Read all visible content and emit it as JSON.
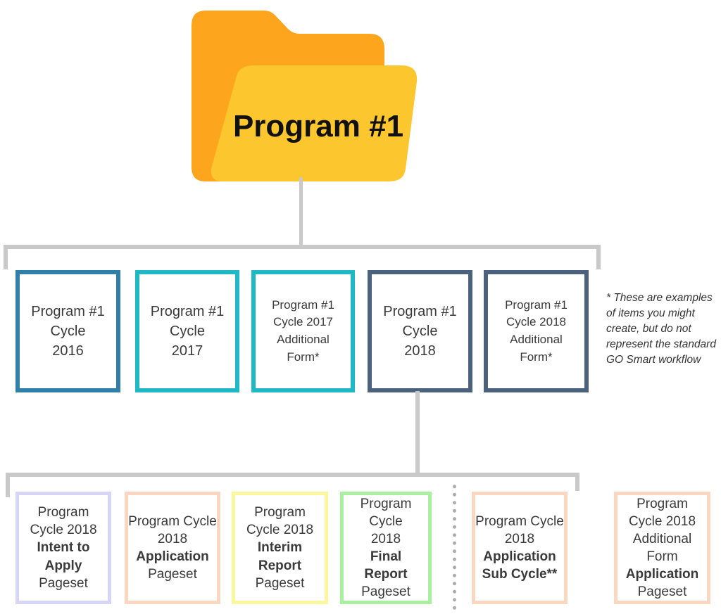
{
  "folder": {
    "label": "Program #1",
    "back_color": "#FCA51D",
    "front_color": "#FCC62F"
  },
  "connector_color": "#C9C9C9",
  "cycle_row": {
    "boxes": [
      {
        "label": "Program #1\nCycle\n2016",
        "border_color": "#2F7FA9"
      },
      {
        "label": "Program #1\nCycle\n2017",
        "border_color": "#1FB9C5"
      },
      {
        "label": "Program #1\nCycle 2017\nAdditional\nForm*",
        "border_color": "#1FB9C5"
      },
      {
        "label": "Program #1\nCycle\n2018",
        "border_color": "#4A627E"
      },
      {
        "label": "Program #1\nCycle 2018\nAdditional\nForm*",
        "border_color": "#4A627E"
      }
    ]
  },
  "note": {
    "text": "* These are examples\nof items you might\ncreate, but do not\nrepresent the standard\nGO Smart workflow"
  },
  "pageset_row": {
    "boxes": [
      {
        "pre": "Program\nCycle 2018\n",
        "bold": "Intent to\nApply",
        "post": "\nPageset",
        "border_color": "#D6D5F6"
      },
      {
        "pre": "Program Cycle\n2018\n",
        "bold": "Application",
        "post": "\nPageset",
        "border_color": "#FBD7C2"
      },
      {
        "pre": "Program\nCycle 2018\n",
        "bold": "Interim\nReport",
        "post": "\nPageset",
        "border_color": "#FBF79E"
      },
      {
        "pre": "Program Cycle\n2018\n",
        "bold": "Final\nReport",
        "post": "\nPageset",
        "border_color": "#A9F0A1"
      },
      {
        "pre": "Program Cycle\n2018\n",
        "bold": "Application\nSub Cycle**",
        "post": "",
        "border_color": "#FBD7C2"
      },
      {
        "pre": "Program\nCycle 2018\nAdditional\nForm\n",
        "bold": "Application",
        "post": "\nPageset",
        "border_color": "#FBD7C2"
      }
    ]
  }
}
